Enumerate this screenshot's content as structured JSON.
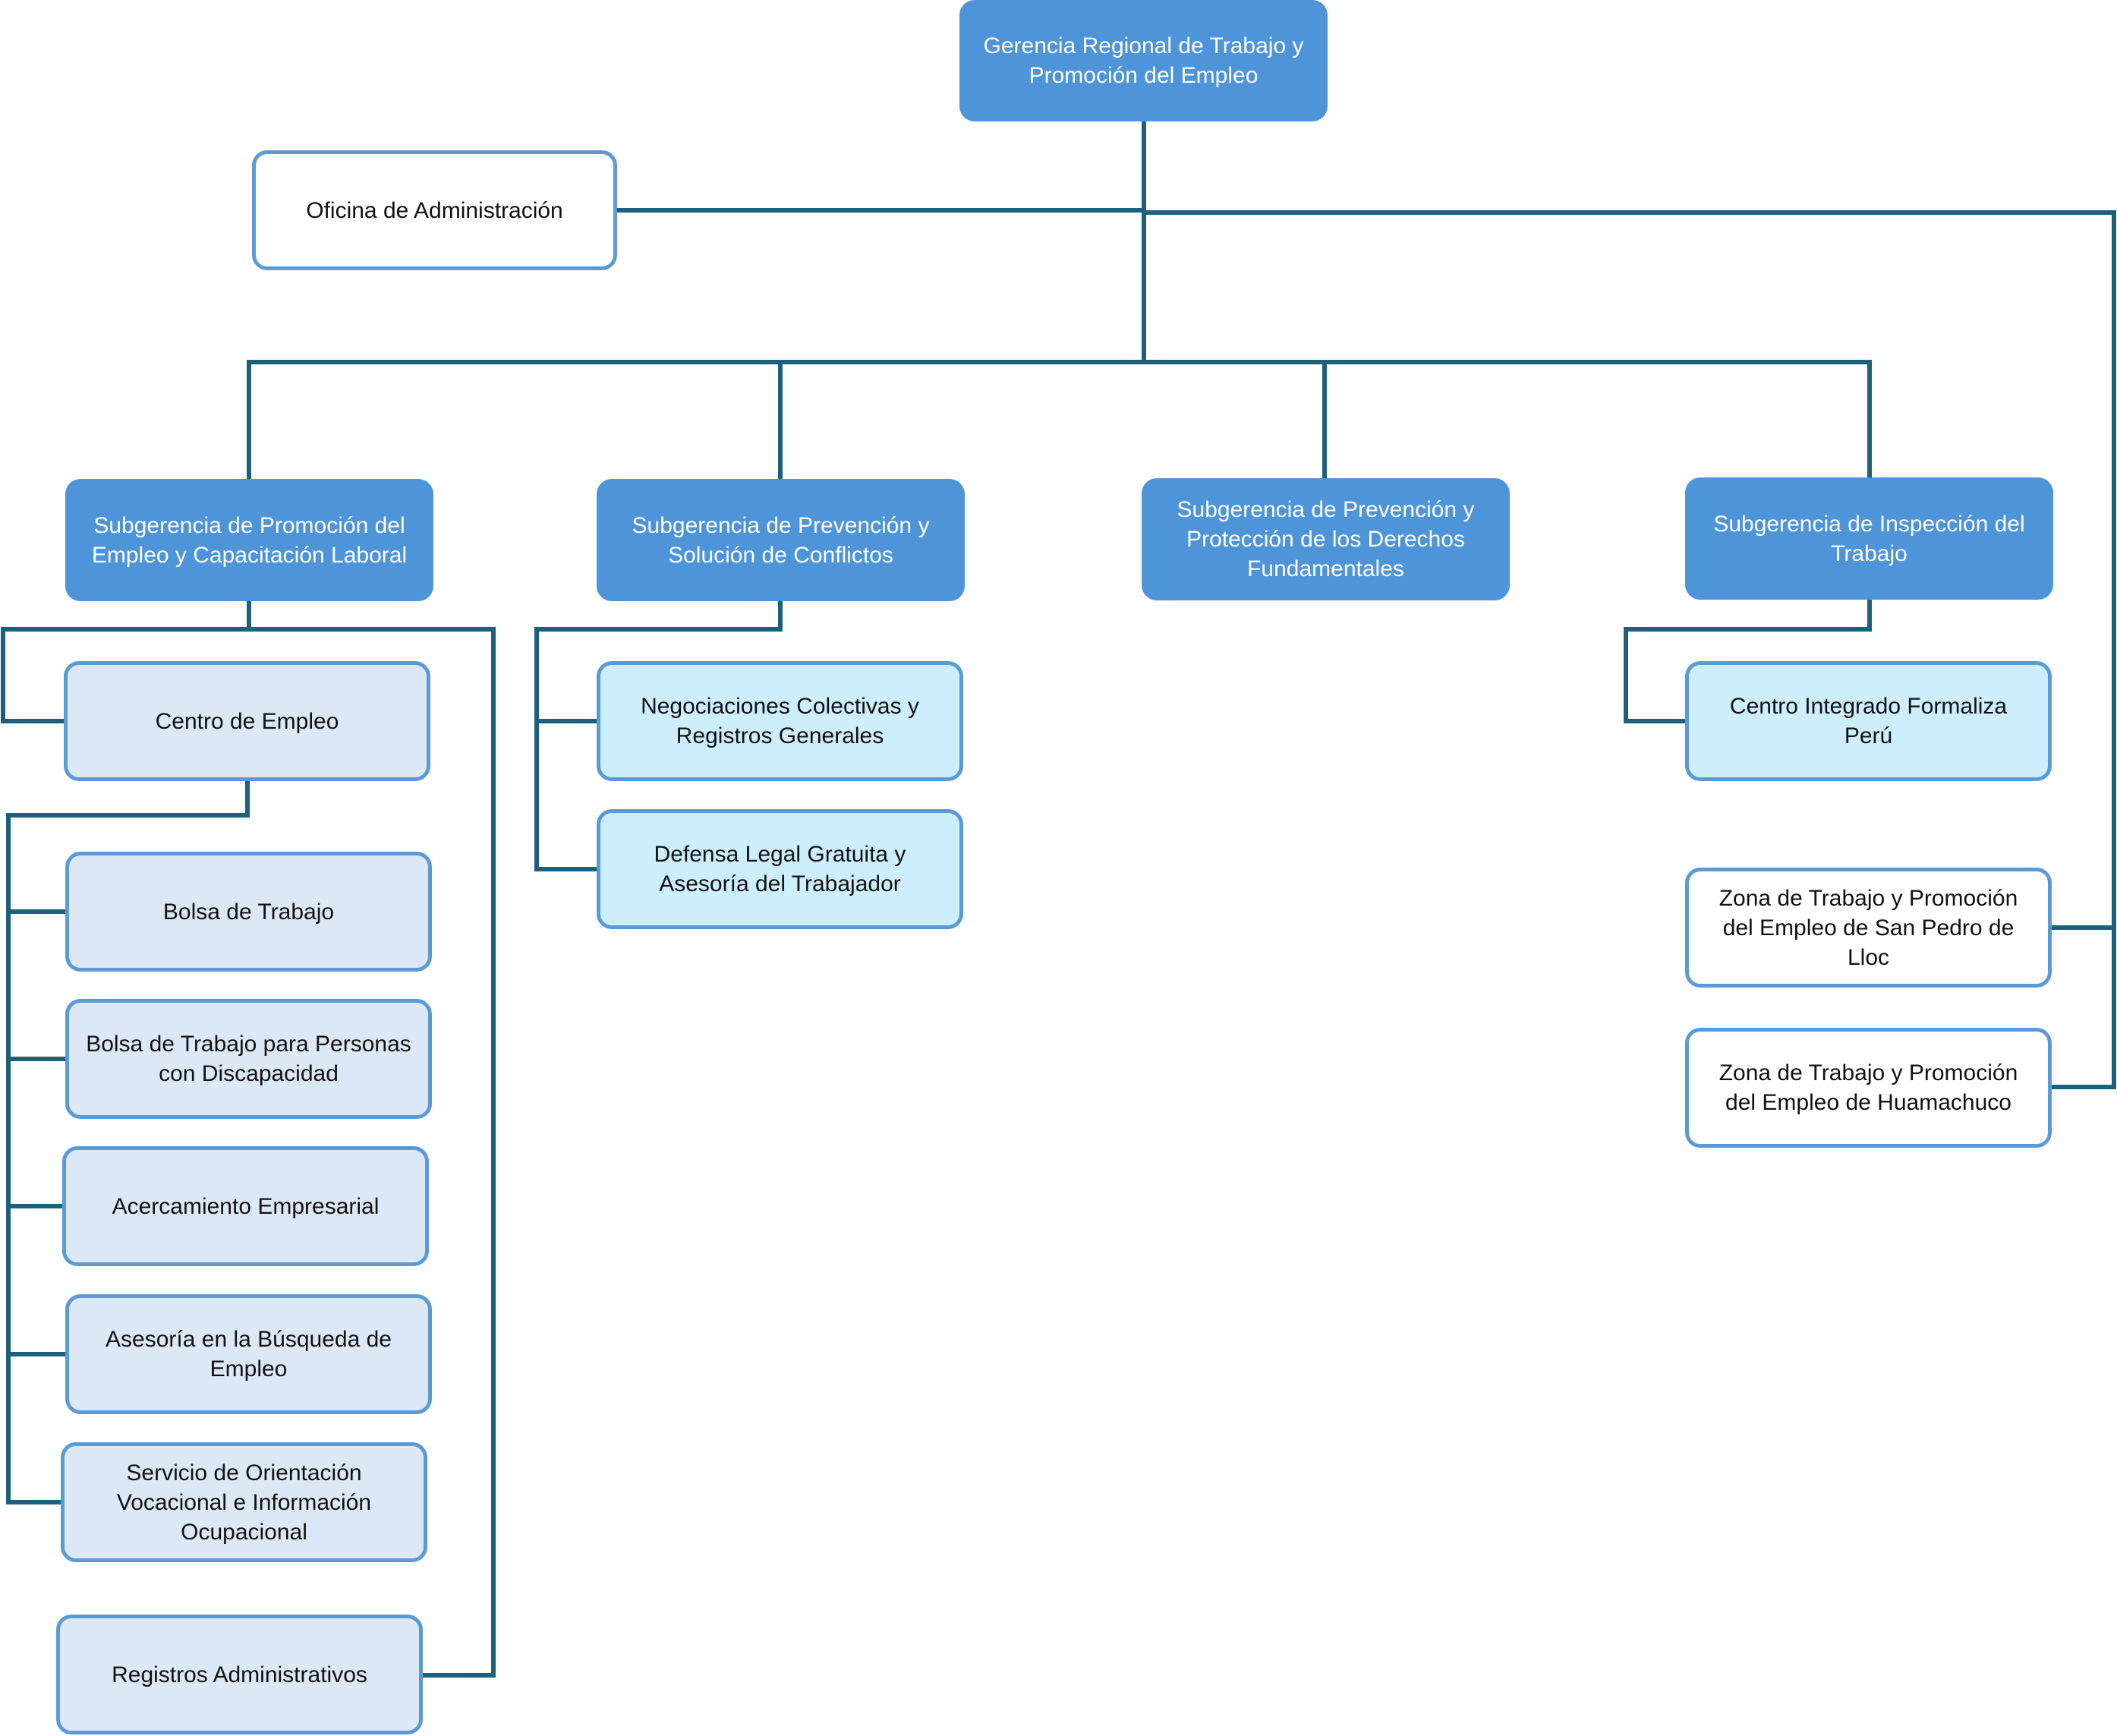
{
  "theme": {
    "primary": "#4d94d8",
    "border": "#5b9bd5",
    "light": "#dde8f6",
    "cyan": "#cdeefc",
    "line": "#1d607b"
  },
  "nodes": {
    "gerencia": "Gerencia Regional de Trabajo y Promoción del Empleo",
    "oficina_admin": "Oficina de Administración",
    "sub_promocion": "Subgerencia de Promoción del Empleo y Capacitación Laboral",
    "sub_conflictos": "Subgerencia de Prevención y Solución de Conflictos",
    "sub_derechos": "Subgerencia de Prevención y Protección de los Derechos Fundamentales",
    "sub_inspeccion": "Subgerencia de Inspección del Trabajo",
    "centro_empleo": "Centro de Empleo",
    "bolsa_trabajo": "Bolsa de Trabajo",
    "bolsa_discapacidad": "Bolsa de Trabajo para Personas con Discapacidad",
    "acercamiento": "Acercamiento Empresarial",
    "asesoria_busqueda": "Asesoría en la Búsqueda de Empleo",
    "orientacion": "Servicio de Orientación Vocacional e Información Ocupacional",
    "registros_admin": "Registros Administrativos",
    "negociaciones": "Negociaciones Colectivas y Registros Generales",
    "defensa_legal": "Defensa Legal Gratuita y Asesoría del Trabajador",
    "centro_formaliza": "Centro Integrado Formaliza Perú",
    "zona_san_pedro": "Zona de Trabajo y Promoción del Empleo de San Pedro de Lloc",
    "zona_huamachuco": "Zona de Trabajo y Promoción del Empleo de Huamachuco"
  }
}
